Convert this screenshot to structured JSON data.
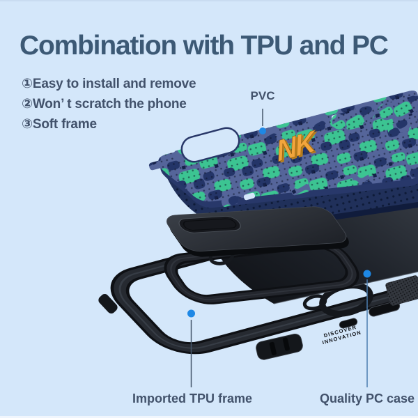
{
  "colors": {
    "background": "#d4e7fa",
    "title": "#3c5975",
    "body_text": "#42526b",
    "callout_line": "#44566b",
    "callout_dot": "#1e88e5",
    "logo_orange": "#f2a53c",
    "camo_green": "#3cc492",
    "camo_slate": "#55659a",
    "camo_navy": "#243568",
    "case_black": "#1b1e24"
  },
  "title": {
    "text": "Combination with TPU and PC"
  },
  "features": [
    {
      "label": "①Easy to install and remove"
    },
    {
      "label": "②Won’ t scratch the phone"
    },
    {
      "label": "③Soft frame"
    }
  ],
  "callouts": {
    "pvc": {
      "label": "PVC"
    },
    "tpu": {
      "label": "Imported TPU frame"
    },
    "pc": {
      "label": "Quality PC case"
    }
  },
  "product": {
    "logo": "NK",
    "engraving": {
      "line1": "DISCOVER",
      "line2": "INNOVATION"
    }
  }
}
